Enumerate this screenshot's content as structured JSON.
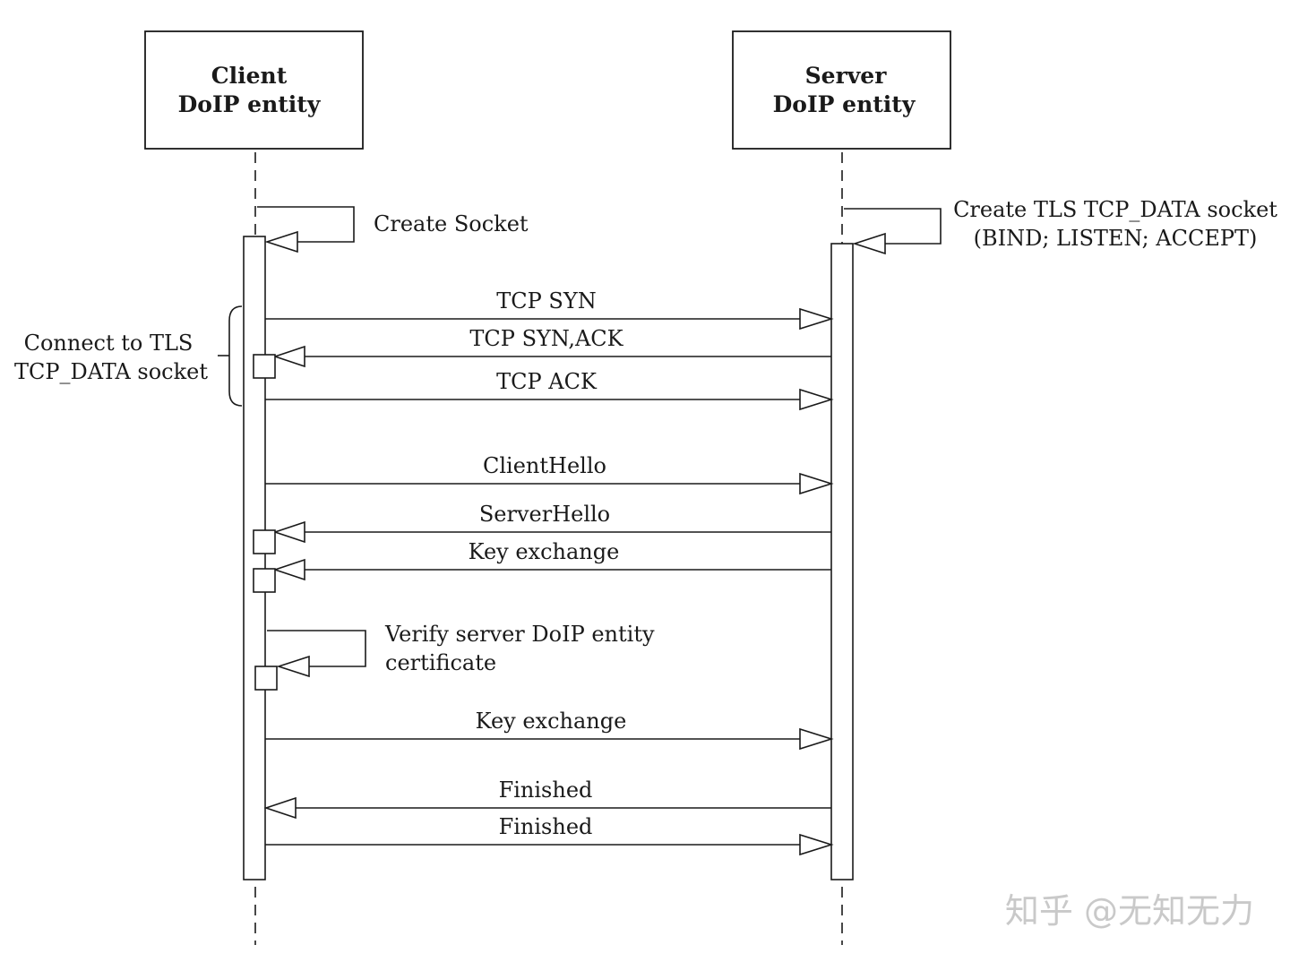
{
  "participants": {
    "client": {
      "line1": "Client",
      "line2": "DoIP entity"
    },
    "server": {
      "line1": "Server",
      "line2": "DoIP entity"
    }
  },
  "self_calls": {
    "client_create": "Create Socket",
    "server_create": {
      "line1": "Create TLS TCP_DATA socket",
      "line2": "(BIND; LISTEN; ACCEPT)"
    },
    "client_verify": {
      "line1": "Verify server DoIP entity",
      "line2": "certificate"
    }
  },
  "annotation": {
    "line1": "Connect to TLS",
    "line2": "TCP_DATA socket"
  },
  "messages": [
    {
      "label": "TCP SYN",
      "direction": "client-to-server"
    },
    {
      "label": "TCP SYN,ACK",
      "direction": "server-to-client"
    },
    {
      "label": "TCP ACK",
      "direction": "client-to-server"
    },
    {
      "label": "ClientHello",
      "direction": "client-to-server"
    },
    {
      "label": "ServerHello",
      "direction": "server-to-client"
    },
    {
      "label": "Key exchange",
      "direction": "server-to-client"
    },
    {
      "label": "Key exchange",
      "direction": "client-to-server"
    },
    {
      "label": "Finished",
      "direction": "server-to-client"
    },
    {
      "label": "Finished",
      "direction": "client-to-server"
    }
  ],
  "watermark": "知乎 @无知无力"
}
